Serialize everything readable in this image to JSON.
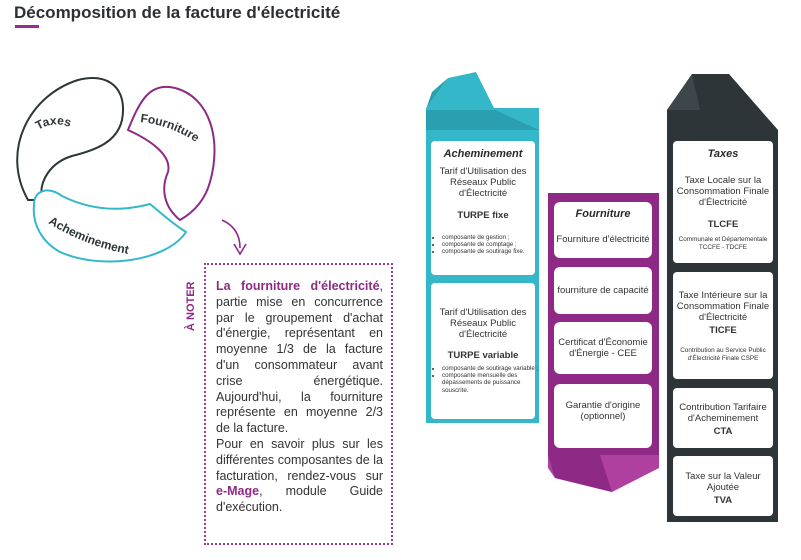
{
  "title": "Décomposition de la facture d'électricité",
  "cycle": {
    "taxes": "Taxes",
    "fourniture": "Fourniture",
    "acheminement": "Acheminement"
  },
  "note": {
    "tag": "À NOTER",
    "highlight1": "La fourniture d'électricité",
    "text1": ", partie mise en concurrence par le groupement d'achat d'énergie, représentant en moyenne 1/3 de la facture d'un consommateur avant crise énergétique. Aujourd'hui, la fourniture représente en moyenne 2/3 de la facture.",
    "text2": "Pour en savoir plus sur les différentes composantes de la facturation, rendez-vous sur ",
    "highlight2": "e-Mage",
    "text3": ", module Guide d'exécution."
  },
  "acheminement": {
    "heading": "Acheminement",
    "box1": {
      "line": "Tarif d'Utilisation des Réseaux Public d'Électricité",
      "bold": "TURPE fixe",
      "bullets": [
        "composante de gestion ;",
        "composante de comptage ;",
        "composante de soutirage fixe."
      ]
    },
    "box2": {
      "line": "Tarif d'Utilisation des Réseaux Public d'Électricité",
      "bold": "TURPE variable",
      "bullets": [
        "composante de soutirage variable ;",
        "composante mensuelle des dépassements de puissance souscrite."
      ]
    }
  },
  "fourniture": {
    "heading": "Fourniture",
    "items": [
      "Fourniture d'électricité",
      "fourniture de capacité",
      "Certificat d'Économie d'Énergie - CEE",
      "Garantie d'origine (optionnel)"
    ]
  },
  "taxes": {
    "heading": "Taxes",
    "box1": {
      "line": "Taxe Locale sur la Consommation Finale d'Électricité",
      "bold": "TLCFE",
      "small": "Communale et Départementale TCCFE - TDCFE"
    },
    "box2": {
      "line": "Taxe Intérieure sur la Consommation Finale d'Électricité",
      "bold": "TICFE",
      "small": "Contribution au Service Public d'Électricité Finale CSPE"
    },
    "box3": {
      "line": "Contribution Tarifaire d'Acheminement",
      "bold": "CTA"
    },
    "box4": {
      "line": "Taxe sur la Valeur Ajoutée",
      "bold": "TVA"
    }
  },
  "colors": {
    "teal": "#34b8c9",
    "purple": "#8e2a86",
    "magenta": "#b0409f",
    "dark": "#2d3538",
    "title_accent": "#9b2b8e"
  }
}
